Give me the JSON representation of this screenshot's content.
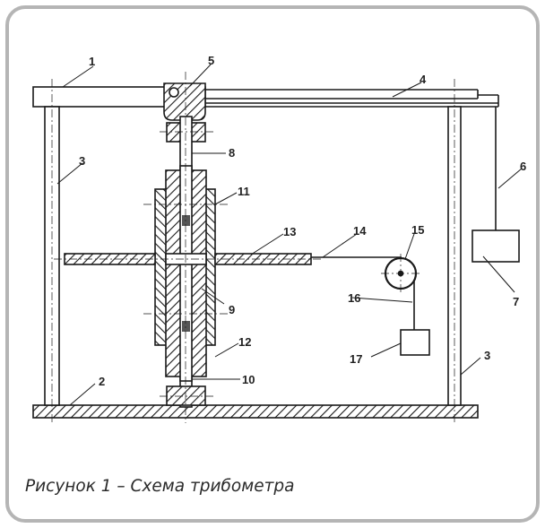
{
  "caption": "Рисунок 1 – Схема трибометра",
  "labels": [
    "1",
    "2",
    "3",
    "3",
    "4",
    "5",
    "6",
    "7",
    "8",
    "9",
    "10",
    "11",
    "12",
    "13",
    "14",
    "15",
    "16",
    "17"
  ],
  "colors": {
    "frame": "#b5b5b5",
    "ink": "#1a1a1a",
    "caption": "#2a2a2a"
  }
}
